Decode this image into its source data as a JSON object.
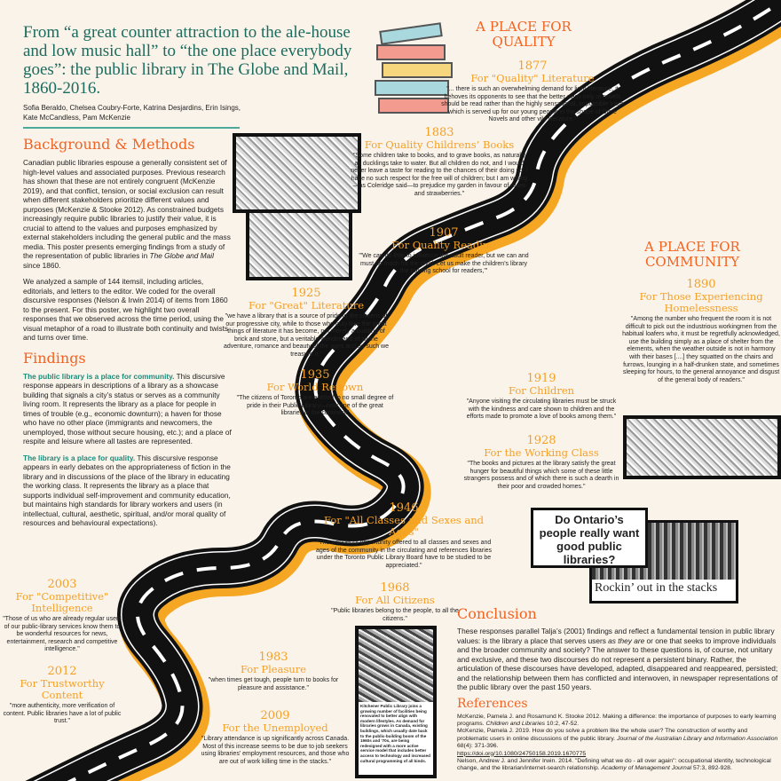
{
  "title": "From “a great counter attraction to the ale-house and low music hall” to “the one place everybody goes”: the public library in The Globe and Mail, 1860-2016.",
  "authors": "Sofia Beraldo, Chelsea Coubry-Forte, Katrina Desjardins, Erin Isings, Kate McCandless, Pam McKenzie",
  "colors": {
    "background": "#faf3ea",
    "title": "#1b6b5e",
    "heading": "#f26322",
    "timeline": "#f5a024",
    "road": "#111111",
    "road_edge": "#f5a623"
  },
  "background": {
    "heading": "Background & Methods",
    "p1_a": "Canadian public libraries espouse a generally consistent set of high-level values and associated purposes. Previous research has shown that these are not entirely congruent (McKenzie 2019), and that conflict, tension, or social exclusion can result when different stakeholders prioritize different values and purposes (McKenzie & Stooke 2012). As constrained budgets increasingly require public libraries to justify their value, it is crucial to attend to the values and purposes emphasized by external stakeholders including the general public and the mass media. This poster presents emerging findings from a study of the representation of public libraries in ",
    "p1_em": "The Globe and Mail",
    "p1_b": " since 1860.",
    "p2": "We analyzed a sample of 144 itemsil, including articles, editorials, and letters to the editor. We coded for the overall discursive responses (Nelson & Irwin 2014) of items from 1860 to the present. For this poster, we highlight two overall responses that we observed across the time period, using the visual metaphor of a road to illustrate both continuity and twists and turns over time."
  },
  "findings": {
    "heading": "Findings",
    "p1_lead": "The public library is a place for community.",
    "p1": " This discursive response appears in descriptions of a library as a showcase building that signals a city’s status or serves as a community living room. It represents the library as a place for people in times of trouble (e.g., economic downturn); a haven for those who have no other place (immigrants and newcomers, the unemployed, those without secure housing, etc.); and a place of respite and leisure where all tastes are represented.",
    "p2_lead": "The library is a place for quality.",
    "p2": " This discursive response appears in early debates on the appropriateness of fiction in the library and in discussions of the place of the library in educating the working class. It represents the library as a place that supports individual self-improvement and community education, but maintains high standards for library workers and users (in intellectual, cultural, aesthetic, spiritual, and/or moral quality of resources and behavioural expectations)."
  },
  "place_quality": "A PLACE FOR QUALITY",
  "place_community": "A PLACE FOR COMMUNITY",
  "entries": [
    {
      "year": "1877",
      "sub": "For \"Quality\" Literature",
      "quote": "\"... there is such an overwhelming demand for light literature, it behoves its opponents to see that the better class only of novels should be read rather than the highly sensational, impossible trash which is served up for our young people in the shape of Dime Novels and other vile literature.\""
    },
    {
      "year": "1883",
      "sub": "For Quality Childrens’ Books",
      "quote": "\"Some children take to books, and to grave books, as naturally as ducklings take to water. But all children do not, and I would never leave a taste for reading to the chances of their doing so. I have no such respect for the free will of children; but I am willing—as Coleridge said—to prejudice my garden in favour of roses and strawberries.\""
    },
    {
      "year": "1907",
      "sub": "For Quality Reading",
      "quote": "\"'We can do little to influence the adult reader, but we can and must do much for the child. Let us make the children's library the training school for readers,'\""
    },
    {
      "year": "1925",
      "sub": "For \"Great\" Literature",
      "quote": "\"we have a library that is a source of pride to the citizens of our progressive city, while to those who truly love the great things of literature it has become, not merely a building of brick and stone, but a veritable wonderland of all the adventure, romance and beauty of the ages and as such we treasure it.\""
    },
    {
      "year": "1935",
      "sub": "For World Renown",
      "quote": "\"The citizens of Toronto are entitled to no small degree of pride in their Public Library—now one of the great libraries of the continent\""
    },
    {
      "year": "1890",
      "sub": "For Those Experiencing Homelessness",
      "quote": "\"Among the number who frequent the room it is not difficult to pick out the industrious workingmen from the habitual loafers who, it must be regretfully acknowledged, use the building simply as a place of shelter from the elements, when the weather outside is not in harmony with their bases [....] they squatted on the chairs and furrows, lounging in a half-drunken state, and sometimes sleeping for hours, to the general annoyance and disgust of the general body of readers.\""
    },
    {
      "year": "1919",
      "sub": "For Children",
      "quote": "\"Anyone visiting the circulating libraries must be struck with the kindness and care shown to children and the efforts made to promote a love of books among them.\""
    },
    {
      "year": "1928",
      "sub": "For the Working Class",
      "quote": "\"The books and pictures at the library satisfy the great hunger for beautiful things which some of these little strangers possess and of which there is such a dearth in their poor and crowded homes.\""
    },
    {
      "year": "1946",
      "sub": "For \"All Classes and Sexes and Ages\"",
      "quote": "\"The wonderful opportunity offered to all classes and sexes and ages of the community in the circulating and references libraries under the Toronto Public Library Board have to be studied to be appreciated.\""
    },
    {
      "year": "1968",
      "sub": "For All Citizens",
      "quote": "\"Public libraries belong to the people, to all the citizens.\""
    },
    {
      "year": "2003",
      "sub": "For \"Competitive\" Intelligence",
      "quote": "\"Those of us who are already regular users of our public-library services know them to be wonderful resources for news, entertainment, research and competitive intelligence.\""
    },
    {
      "year": "2012",
      "sub": "For Trustworthy Content",
      "quote": "\"more authenticity, more verification of content. Public libraries have a lot of public trust.\""
    },
    {
      "year": "1983",
      "sub": "For Pleasure",
      "quote": "\"when times get tough, people turn to books for pleasure and assistance.\""
    },
    {
      "year": "2009",
      "sub": "For the Unemployed",
      "quote": "\"Library attendance is up significantly across Canada. Most of this increase seems to be due to job seekers using libraries' employment resources, and those who are out of work killing time in the stacks.\""
    }
  ],
  "clippings": {
    "headline": "Do Ontario’s people really want good public libraries?",
    "caption": "Rockin’ out in the stacks",
    "kitchener": "Kitchener Public Library joins a growing number of facilities being renovated to better align with modern lifestyles. As demand for libraries grows in Canada, existing buildings, which usually date back to the public-building boom of the 1960s and '70s, are being redesigned with a more active service model that includes better access to technology and increased cultural programming of all kinds."
  },
  "conclusion": {
    "heading": "Conclusion",
    "a": "These responses parallel Talja’s (2001) findings and reflect a fundamental tension in public library values: is the library a place that serves users ",
    "em": "as they are",
    "b": " or one that seeks to improve individuals and the broader community and society? The answer to these questions is, of course, not unitary and exclusive, and these two discourses do not represent a persistent binary. Rather, the articulation of these discourses have developed, adapted, disappeared and reappeared, persisted; and the relationship between them has conflicted and interwoven, in newspaper representations of the public library over the past 150 years."
  },
  "references": {
    "heading": "References",
    "r1": "McKenzie, Pamela J. and Rosamund K. Stooke 2012. Making a difference: the importance of purposes to early learning programs.",
    "r1_em": "Children and Libraries",
    "r1_end": "10:2, 47-52.",
    "r2": "McKenzie, Pamela J. 2019. How do you solve a problem like the whole user? The construction of worthy and problematic users in online discussions of the public library.",
    "r2_em": "Journal of the Australian Library and Information Association",
    "r2_end": "68(4): 371-396.",
    "r2_link": "https://doi.org/10.1080/24750158.2019.1670775",
    "r3": "Nelson, Andrew J. and Jennifer Irwin. 2014. \"Defining what we do - all over again\": occupational identity, technological change, and the librarian/internet-search relationship.",
    "r3_em": "Academy of Management Journal",
    "r3_end": "57:3, 892-928."
  }
}
